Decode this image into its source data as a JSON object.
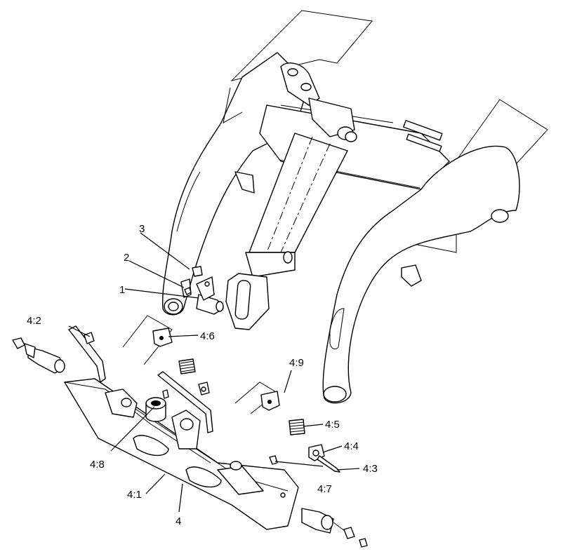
{
  "callouts": {
    "c1": "1",
    "c2": "2",
    "c3": "3",
    "c4": "4",
    "c4_1": "4:1",
    "c4_2": "4:2",
    "c4_3": "4:3",
    "c4_4": "4:4",
    "c4_5": "4:5",
    "c4_6": "4:6",
    "c4_7": "4:7",
    "c4_8": "4:8",
    "c4_9": "4:9"
  }
}
